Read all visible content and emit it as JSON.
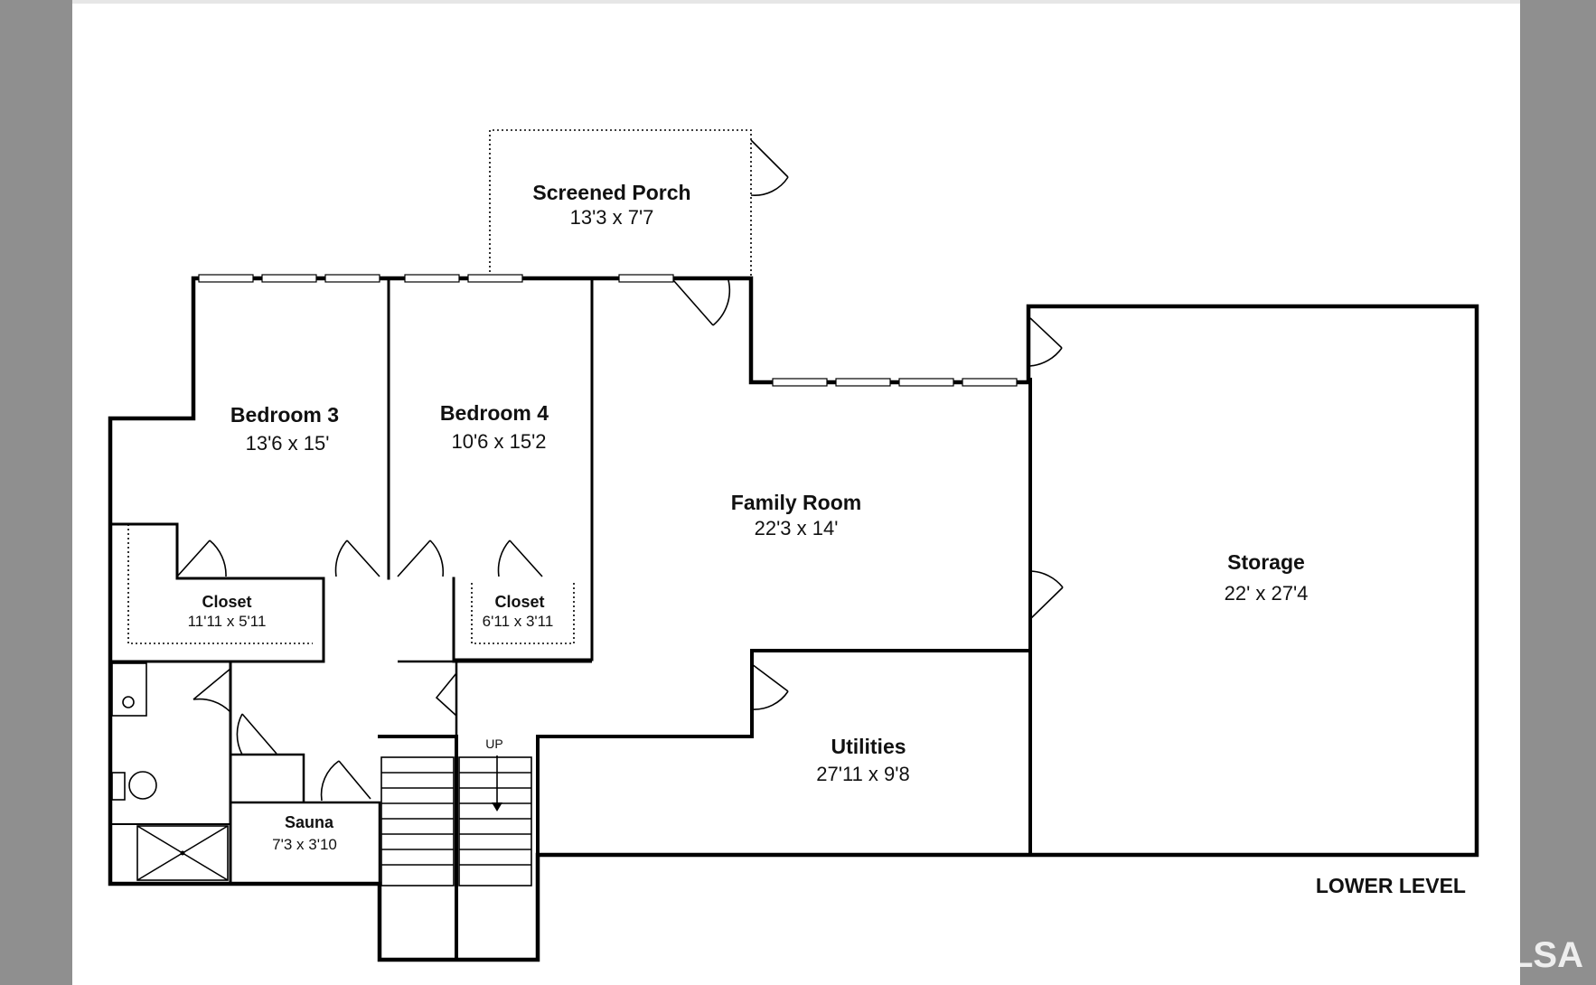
{
  "colors": {
    "sidebar_gray": "#8f8f8f",
    "paper": "#ffffff",
    "line": "#000000"
  },
  "level_label": "LOWER LEVEL",
  "watermark": "LSA",
  "stairs_label": "UP",
  "rooms": {
    "screened_porch": {
      "name": "Screened Porch",
      "dims": "13'3 x 7'7"
    },
    "bedroom3": {
      "name": "Bedroom 3",
      "dims": "13'6 x 15'"
    },
    "bedroom4": {
      "name": "Bedroom 4",
      "dims": "10'6 x 15'2"
    },
    "family_room": {
      "name": "Family Room",
      "dims": "22'3 x 14'"
    },
    "storage": {
      "name": "Storage",
      "dims": "22' x 27'4"
    },
    "closet1": {
      "name": "Closet",
      "dims": "11'11 x 5'11"
    },
    "closet2": {
      "name": "Closet",
      "dims": "6'11 x 3'11"
    },
    "utilities": {
      "name": "Utilities",
      "dims": "27'11 x 9'8"
    },
    "sauna": {
      "name": "Sauna",
      "dims": "7'3 x 3'10"
    }
  }
}
